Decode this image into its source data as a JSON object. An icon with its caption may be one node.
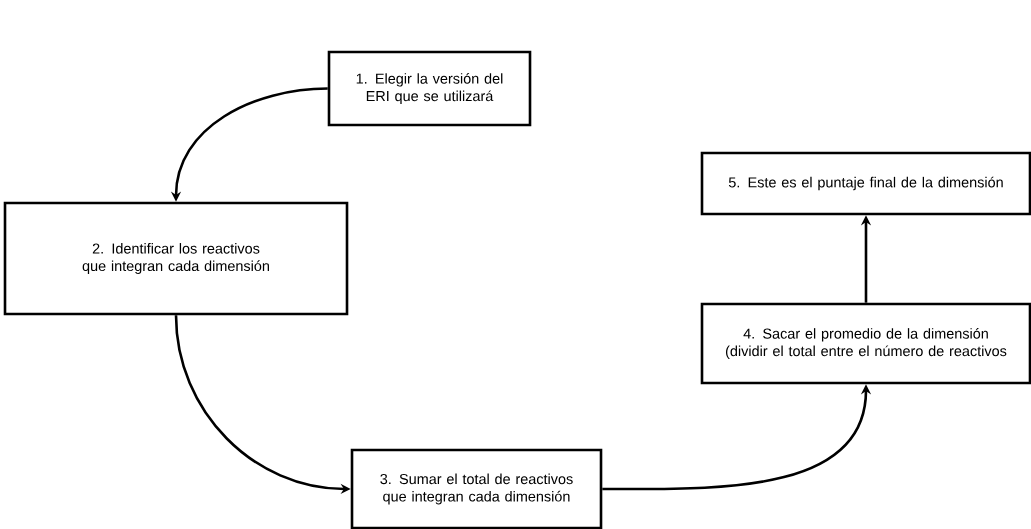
{
  "diagram": {
    "nodes": [
      {
        "text": [
          "1. Elegir la versión del ERI que se utilizará"
        ]
      },
      {
        "text": [
          "2. Identificar los reactivos que integran cada dimensión"
        ]
      },
      {
        "text": [
          "3. Sumar el total de reactivos que integran cada dimensión"
        ]
      },
      {
        "text": [
          "4. Sacar el promedio de la dimensión (dividir el total entre el número de reactivos"
        ]
      },
      {
        "text": [
          "5. Este es el puntaje final de la dimensión"
        ]
      }
    ],
    "edges": [
      {
        "from": 0,
        "to": 1,
        "arrow": "to"
      },
      {
        "from": 1,
        "to": 2,
        "arrow": "to"
      },
      {
        "from": 2,
        "to": 3,
        "arrow": "to"
      },
      {
        "from": 3,
        "to": 4,
        "arrow": "to"
      }
    ]
  }
}
